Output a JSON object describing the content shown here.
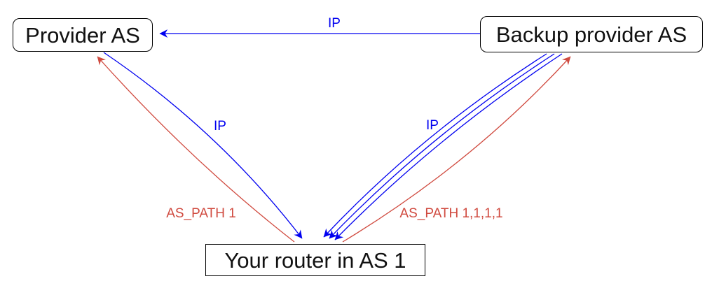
{
  "diagram": {
    "title_implicit": "BGP AS-path prepending topology",
    "background_color": "#ffffff",
    "colors": {
      "ip_edge": "#0000f0",
      "as_path_edge": "#d04a3f",
      "node_border": "#000000",
      "node_text": "#111111"
    },
    "nodes": [
      {
        "id": "provider",
        "label": "Provider AS",
        "shape": "rounded-rectangle"
      },
      {
        "id": "backup",
        "label": "Backup provider AS",
        "shape": "rounded-rectangle"
      },
      {
        "id": "router",
        "label": "Your router in AS 1",
        "shape": "rectangle"
      }
    ],
    "edges": [
      {
        "from": "backup",
        "to": "provider",
        "label": "IP",
        "color": "#0000f0",
        "lines": 1
      },
      {
        "from": "provider",
        "to": "router",
        "label": "IP",
        "color": "#0000f0",
        "lines": 1
      },
      {
        "from": "router",
        "to": "provider",
        "label": "AS_PATH 1",
        "color": "#d04a3f",
        "lines": 1
      },
      {
        "from": "backup",
        "to": "router",
        "label": "IP",
        "color": "#0000f0",
        "lines": 3
      },
      {
        "from": "router",
        "to": "backup",
        "label": "AS_PATH 1,1,1,1",
        "color": "#d04a3f",
        "lines": 1
      }
    ]
  }
}
